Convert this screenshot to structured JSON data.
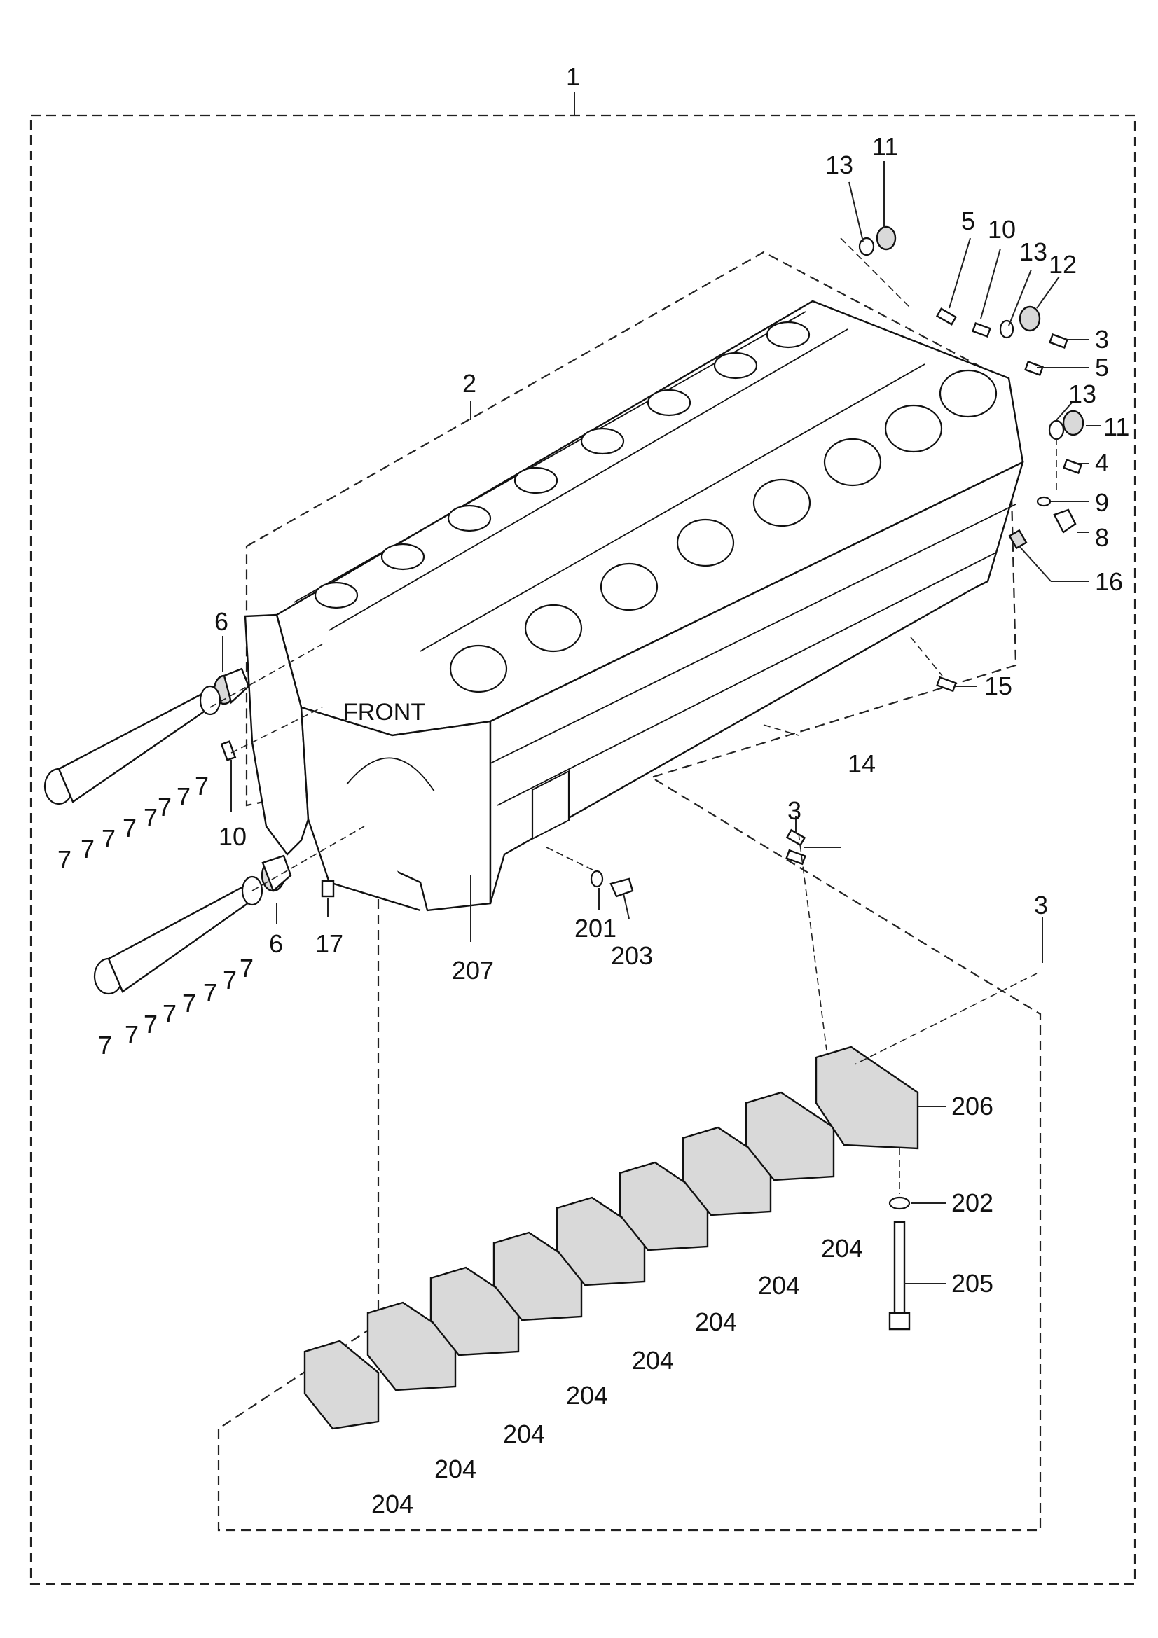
{
  "diagram": {
    "front_label": "FRONT",
    "callouts": [
      {
        "id": "c1",
        "text": "1"
      },
      {
        "id": "c2",
        "text": "2"
      },
      {
        "id": "c3a",
        "text": "3"
      },
      {
        "id": "c3b",
        "text": "3"
      },
      {
        "id": "c3c",
        "text": "3"
      },
      {
        "id": "c4",
        "text": "4"
      },
      {
        "id": "c5a",
        "text": "5"
      },
      {
        "id": "c5b",
        "text": "5"
      },
      {
        "id": "c6a",
        "text": "6"
      },
      {
        "id": "c6b",
        "text": "6"
      },
      {
        "id": "c7",
        "text": "7"
      },
      {
        "id": "c8",
        "text": "8"
      },
      {
        "id": "c9",
        "text": "9"
      },
      {
        "id": "c10a",
        "text": "10"
      },
      {
        "id": "c10b",
        "text": "10"
      },
      {
        "id": "c11a",
        "text": "11"
      },
      {
        "id": "c11b",
        "text": "11"
      },
      {
        "id": "c12",
        "text": "12"
      },
      {
        "id": "c13a",
        "text": "13"
      },
      {
        "id": "c13b",
        "text": "13"
      },
      {
        "id": "c13c",
        "text": "13"
      },
      {
        "id": "c14",
        "text": "14"
      },
      {
        "id": "c15",
        "text": "15"
      },
      {
        "id": "c16",
        "text": "16"
      },
      {
        "id": "c17",
        "text": "17"
      },
      {
        "id": "c201",
        "text": "201"
      },
      {
        "id": "c202",
        "text": "202"
      },
      {
        "id": "c203",
        "text": "203"
      },
      {
        "id": "c204",
        "text": "204"
      },
      {
        "id": "c205",
        "text": "205"
      },
      {
        "id": "c206",
        "text": "206"
      },
      {
        "id": "c207",
        "text": "207"
      }
    ]
  }
}
